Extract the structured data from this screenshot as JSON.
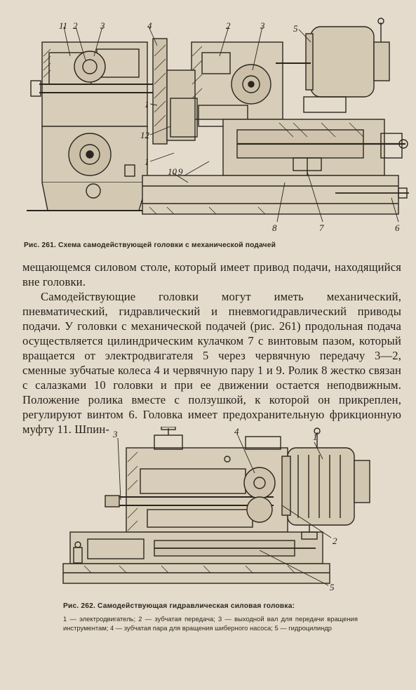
{
  "figure261": {
    "caption": "Рис. 261. Схема самодействующей головки с механической подачей",
    "left_callouts": [
      "11",
      "2",
      "3",
      "4",
      "1",
      "12",
      "1"
    ],
    "right_callouts": [
      "2",
      "3",
      "5",
      "10",
      "9",
      "8",
      "7",
      "6"
    ]
  },
  "text": {
    "paragraph1": "мещающемся силовом столе, который имеет привод подачи, находящийся вне головки.",
    "paragraph2": "Самодействующие головки могут иметь механический, пневматический, гидравлический и пневмогидравлический приводы подачи. У головки с механической подачей (рис. 261) продольная подача осуществляется цилиндрическим кулачком 7 с винтовым пазом, который вращается от электродвигателя 5 через червячную передачу 3—2, сменные зубчатые колеса 4 и червячную пару 1 и 9. Ролик 8 жестко связан с салазками 10 головки и при ее движении остается неподвижным. Положение ролика вместе с ползушкой, к которой он прикреплен, регулируют винтом 6. Головка имеет предохранительную фрикционную муфту 11. Шпин-"
  },
  "figure262": {
    "callouts": [
      "3",
      "4",
      "1",
      "2",
      "5"
    ],
    "caption": "Рис. 262. Самодействующая гидравлическая силовая головка:",
    "legend": "1 — электродвигатель; 2 — зубчатая передача; 3 — выходной вал для передачи вращения инструментам; 4 — зубчатая пара для вращения шиберного насоса; 5 — гидроцилиндр"
  }
}
